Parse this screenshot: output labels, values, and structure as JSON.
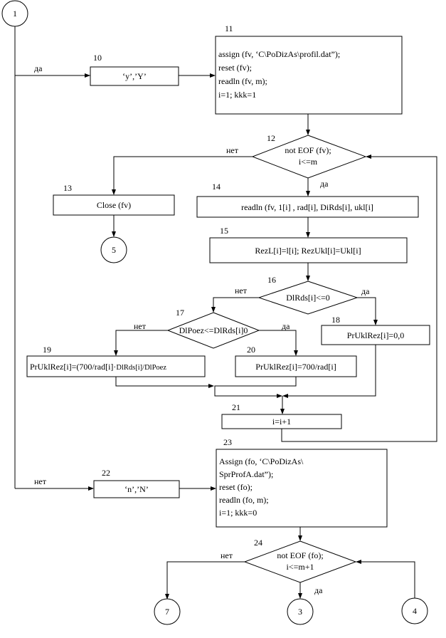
{
  "connectors": {
    "c1": "1",
    "c5": "5",
    "c7": "7",
    "c3": "3",
    "c4": "4"
  },
  "labels": {
    "yes_10": "да",
    "no_22": "нет",
    "no_12": "нет",
    "yes_12": "да",
    "no_16": "нет",
    "yes_16": "да",
    "no_17": "нет",
    "yes_17": "да",
    "no_24": "нет",
    "yes_24": "да"
  },
  "blocks": {
    "b10": {
      "num": "10",
      "text": "‘y’,’Y’"
    },
    "b11": {
      "num": "11",
      "lines": [
        "assign (fv, ‘C\\PoDizAs\\profil.dat”);",
        "reset (fv);",
        "readln (fv, m);",
        "i=1; kkk=1"
      ]
    },
    "b12": {
      "num": "12",
      "lines": [
        "not EOF (fv);",
        "i<=m"
      ]
    },
    "b13": {
      "num": "13",
      "text": "Close (fv)"
    },
    "b14": {
      "num": "14",
      "text": "readln (fv, 1[i] , rad[i], DiRds[i], ukl[i]"
    },
    "b15": {
      "num": "15",
      "text": "RezL[i]=l[i]; RezUkl[i]=Ukl[i]"
    },
    "b16": {
      "num": "16",
      "text": "DlRds[i]<=0"
    },
    "b17": {
      "num": "17",
      "text": "DlPoez<=DlRds[i]0"
    },
    "b18": {
      "num": "18",
      "text": "PrUklRez[i]=0,0"
    },
    "b19": {
      "num": "19",
      "text_main": "PrUklRez[i]=(700/rad[i]·",
      "text_small": "DlRds[i]/DlPoez"
    },
    "b20": {
      "num": "20",
      "text": "PrUklRez[i]=700/rad[i]"
    },
    "b21": {
      "num": "21",
      "text": "i=i+1"
    },
    "b22": {
      "num": "22",
      "text": "‘n’,’N’"
    },
    "b23": {
      "num": "23",
      "lines": [
        "Assign (fo, ‘C\\PoDizAs\\",
        "SprProfA.dat”);",
        "reset (fo);",
        "readln (fo, m);",
        "i=1; kkk=0"
      ]
    },
    "b24": {
      "num": "24",
      "lines": [
        "not EOF (fo);",
        "i<=m+1"
      ]
    }
  }
}
